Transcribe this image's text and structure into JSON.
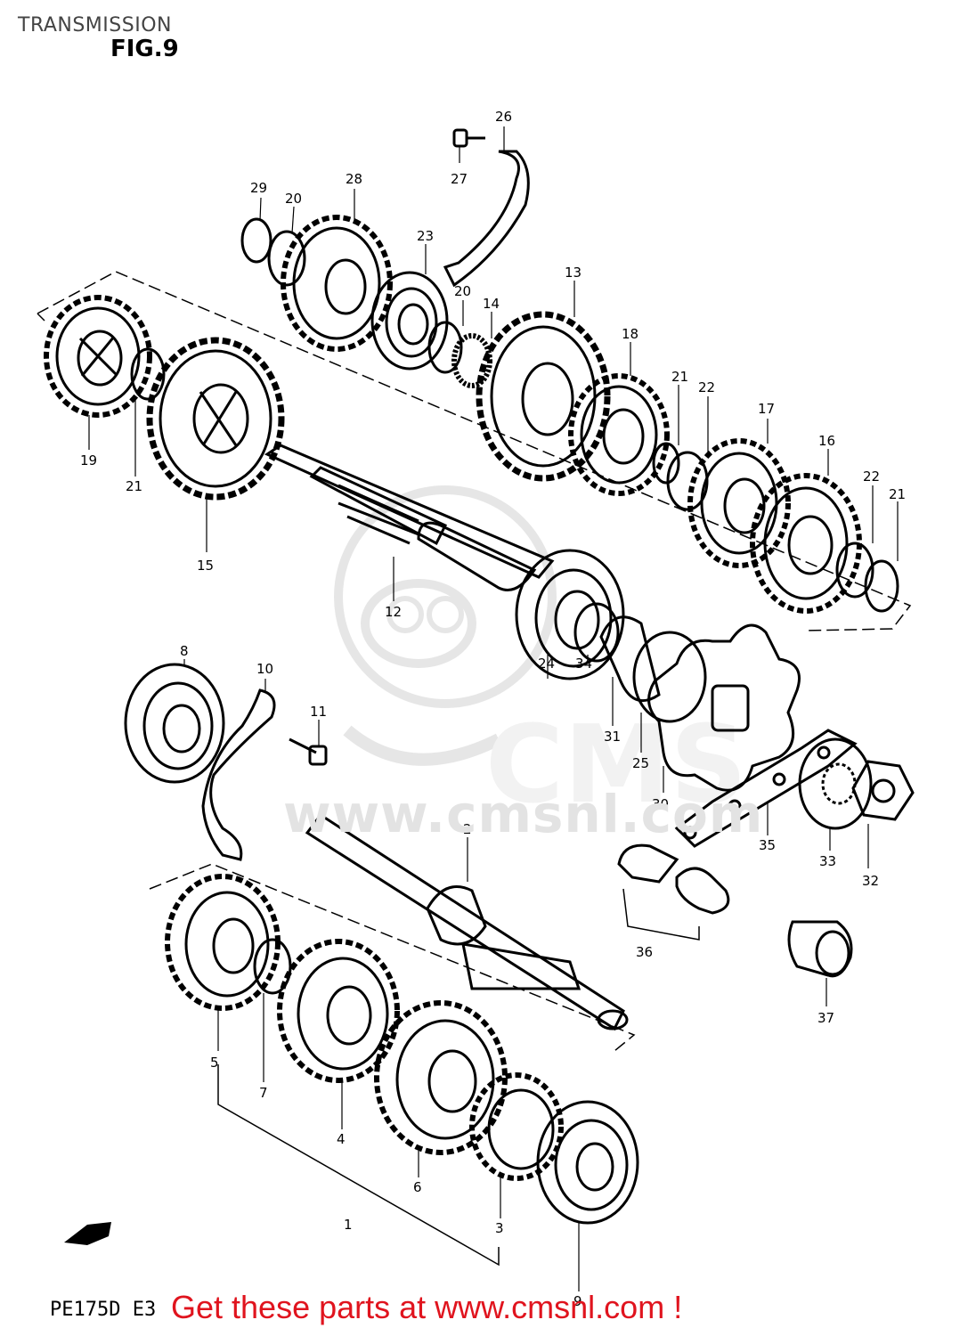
{
  "header": {
    "title": "TRANSMISSION",
    "figure": "FIG.9"
  },
  "footer": {
    "model_code": "PE175D E3",
    "promo": "Get these parts at www.cmsnl.com !"
  },
  "watermark": {
    "text": "www.cmsnl.com"
  },
  "callouts": [
    {
      "id": "c29",
      "label": "29"
    },
    {
      "id": "c20a",
      "label": "20"
    },
    {
      "id": "c28",
      "label": "28"
    },
    {
      "id": "c27",
      "label": "27"
    },
    {
      "id": "c26",
      "label": "26"
    },
    {
      "id": "c23",
      "label": "23"
    },
    {
      "id": "c20b",
      "label": "20"
    },
    {
      "id": "c14",
      "label": "14"
    },
    {
      "id": "c13",
      "label": "13"
    },
    {
      "id": "c18",
      "label": "18"
    },
    {
      "id": "c21a",
      "label": "21"
    },
    {
      "id": "c22a",
      "label": "22"
    },
    {
      "id": "c17",
      "label": "17"
    },
    {
      "id": "c16",
      "label": "16"
    },
    {
      "id": "c22b",
      "label": "22"
    },
    {
      "id": "c21b",
      "label": "21"
    },
    {
      "id": "c19",
      "label": "19"
    },
    {
      "id": "c21c",
      "label": "21"
    },
    {
      "id": "c15",
      "label": "15"
    },
    {
      "id": "c12",
      "label": "12"
    },
    {
      "id": "c24",
      "label": "24"
    },
    {
      "id": "c34",
      "label": "34"
    },
    {
      "id": "c31",
      "label": "31"
    },
    {
      "id": "c25",
      "label": "25"
    },
    {
      "id": "c30",
      "label": "30"
    },
    {
      "id": "c35",
      "label": "35"
    },
    {
      "id": "c33",
      "label": "33"
    },
    {
      "id": "c32",
      "label": "32"
    },
    {
      "id": "c8",
      "label": "8"
    },
    {
      "id": "c10",
      "label": "10"
    },
    {
      "id": "c11",
      "label": "11"
    },
    {
      "id": "c2",
      "label": "2"
    },
    {
      "id": "c36",
      "label": "36"
    },
    {
      "id": "c37",
      "label": "37"
    },
    {
      "id": "c5",
      "label": "5"
    },
    {
      "id": "c7",
      "label": "7"
    },
    {
      "id": "c4",
      "label": "4"
    },
    {
      "id": "c6",
      "label": "6"
    },
    {
      "id": "c1",
      "label": "1"
    },
    {
      "id": "c3",
      "label": "3"
    },
    {
      "id": "c9",
      "label": "9"
    }
  ],
  "icons": {
    "direction_arrow": "front-direction-arrow-icon",
    "watermark_logo": "cmsnl-watermark-logo-icon"
  }
}
